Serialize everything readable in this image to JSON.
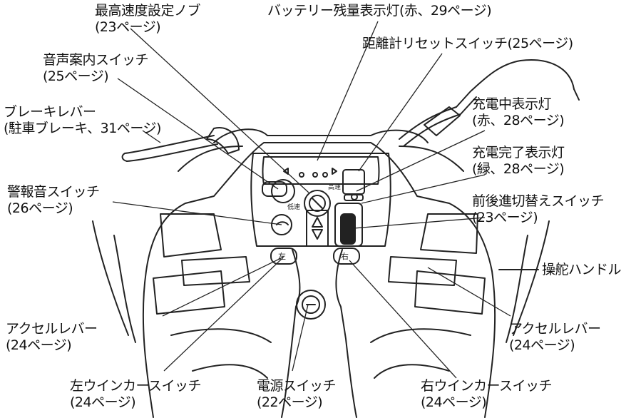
{
  "labels": {
    "max_speed_knob": {
      "name": "最高速度設定ノブ",
      "ref": "(23ページ)"
    },
    "battery_indicator": {
      "name": "バッテリー残量表示灯(赤、29ページ)"
    },
    "odometer_reset": {
      "name": "距離計リセットスイッチ(25ページ)"
    },
    "voice_guide": {
      "name": "音声案内スイッチ",
      "ref": "(25ページ)"
    },
    "brake_lever": {
      "name": "ブレーキレバー",
      "ref": "(駐車ブレーキ、31ページ)"
    },
    "charging_lamp": {
      "name": "充電中表示灯",
      "ref": "(赤、28ページ)"
    },
    "charge_complete_lamp": {
      "name": "充電完了表示灯",
      "ref": "(緑、28ページ)"
    },
    "horn_switch": {
      "name": "警報音スイッチ",
      "ref": "(26ページ)"
    },
    "direction_switch": {
      "name": "前後進切替えスイッチ",
      "ref": "(23ページ)"
    },
    "steering_handle": {
      "name": "操舵ハンドル"
    },
    "accel_left": {
      "name": "アクセルレバー",
      "ref": "(24ページ)"
    },
    "accel_right": {
      "name": "アクセルレバー",
      "ref": "(24ページ)"
    },
    "left_turn_switch": {
      "name": "左ウインカースイッチ",
      "ref": "(24ページ)"
    },
    "power_switch": {
      "name": "電源スイッチ",
      "ref": "(22ページ)"
    },
    "right_turn_switch": {
      "name": "右ウインカースイッチ",
      "ref": "(24ページ)"
    }
  },
  "panel": {
    "left_button": "左",
    "right_button": "右",
    "low_speed": "低速",
    "high_speed": "高速"
  }
}
